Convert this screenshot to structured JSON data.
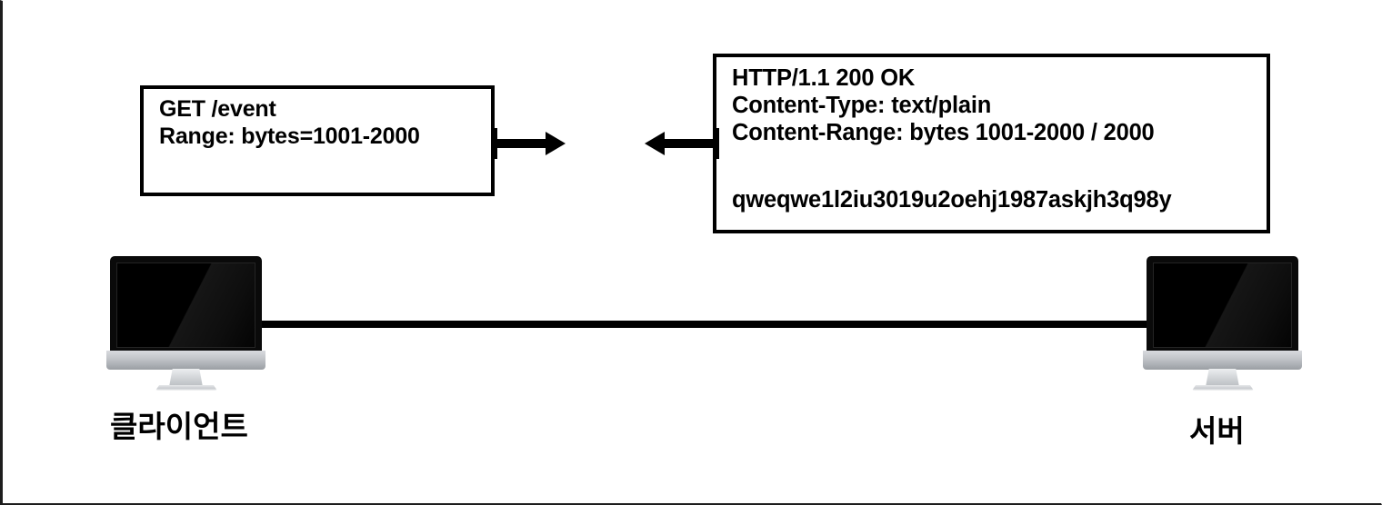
{
  "diagram": {
    "title": "HTTP Range Request Sequence",
    "background_color": "#ffffff",
    "line_color": "#000000"
  },
  "messages": {
    "request": {
      "label": "http-request-message",
      "line1": "GET /event",
      "line2": "Range: bytes=1001-2000",
      "direction": "client-to-server"
    },
    "response": {
      "label": "http-response-message",
      "line1": "HTTP/1.1 200 OK",
      "line2": "Content-Type: text/plain",
      "line3": "Content-Range: bytes 1001-2000 / 2000",
      "body": "qweqwe1l2iu3019u2oehj1987askjh3q98y",
      "direction": "server-to-client"
    }
  },
  "arrows": [
    {
      "name": "request-arrow",
      "direction": "right"
    },
    {
      "name": "response-arrow",
      "direction": "left"
    }
  ],
  "nodes": {
    "client": {
      "label": "클라이언트",
      "icon": "desktop-monitor-icon"
    },
    "server": {
      "label": "서버",
      "icon": "desktop-monitor-icon"
    },
    "connection": "network-cable"
  }
}
